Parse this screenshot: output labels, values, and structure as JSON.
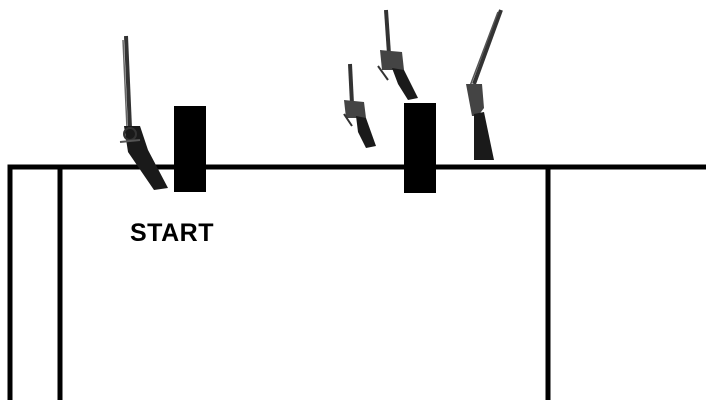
{
  "diagram": {
    "start_label": "START",
    "colors": {
      "line": "#000000",
      "background": "#ffffff",
      "gun_metal": "#333333",
      "gun_stock": "#1a1a1a"
    },
    "objects": {
      "barriers": [
        "barrier-left",
        "barrier-right"
      ],
      "firearms": [
        "rifle-icon",
        "revolver-icon",
        "revolver-icon",
        "shotgun-icon"
      ]
    }
  }
}
